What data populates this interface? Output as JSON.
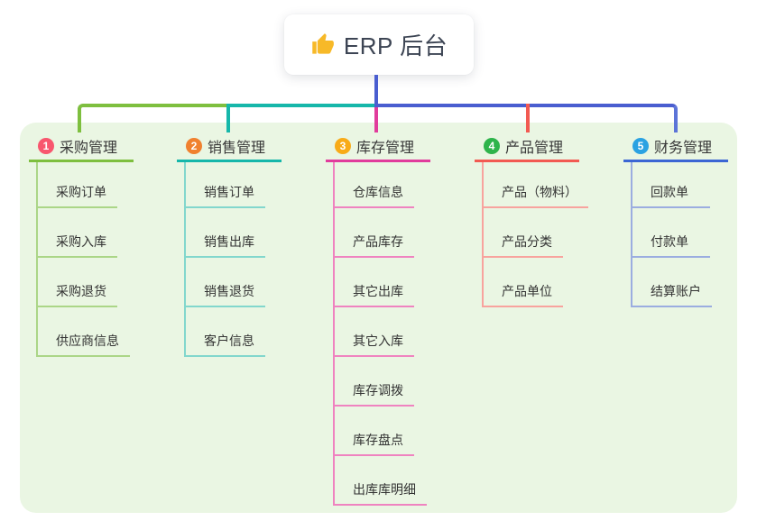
{
  "root": {
    "label": "ERP 后台",
    "icon": "thumbs-up-icon"
  },
  "colors": {
    "page_bg": "#ffffff",
    "panel_bg": "#eaf6e3",
    "root_line": "#4a5ed0",
    "branch5_drop": "#5c74d8",
    "root_text": "#3d4554",
    "child_text": "#333333",
    "thumb_yellow": "#f7b928"
  },
  "branches": [
    {
      "index": "1",
      "label": "采购管理",
      "badge_color": "#f8566e",
      "line_color": "#7ebf3f",
      "child_line_color": "#abd687",
      "children": [
        "采购订单",
        "采购入库",
        "采购退货",
        "供应商信息"
      ]
    },
    {
      "index": "2",
      "label": "销售管理",
      "badge_color": "#f0812f",
      "line_color": "#16b7aa",
      "child_line_color": "#82d7cd",
      "children": [
        "销售订单",
        "销售出库",
        "销售退货",
        "客户信息"
      ]
    },
    {
      "index": "3",
      "label": "库存管理",
      "badge_color": "#f8ab18",
      "line_color": "#e13c9c",
      "child_line_color": "#ef83c0",
      "children": [
        "仓库信息",
        "产品库存",
        "其它出库",
        "其它入库",
        "库存调拨",
        "库存盘点",
        "出库库明细"
      ]
    },
    {
      "index": "4",
      "label": "产品管理",
      "badge_color": "#2eb44b",
      "line_color": "#f25a52",
      "child_line_color": "#f8a39e",
      "children": [
        "产品（物料）",
        "产品分类",
        "产品单位"
      ]
    },
    {
      "index": "5",
      "label": "财务管理",
      "badge_color": "#2aa2e2",
      "line_color": "#3c66d4",
      "child_line_color": "#9bade0",
      "children": [
        "回款单",
        "付款单",
        "结算账户"
      ]
    }
  ]
}
